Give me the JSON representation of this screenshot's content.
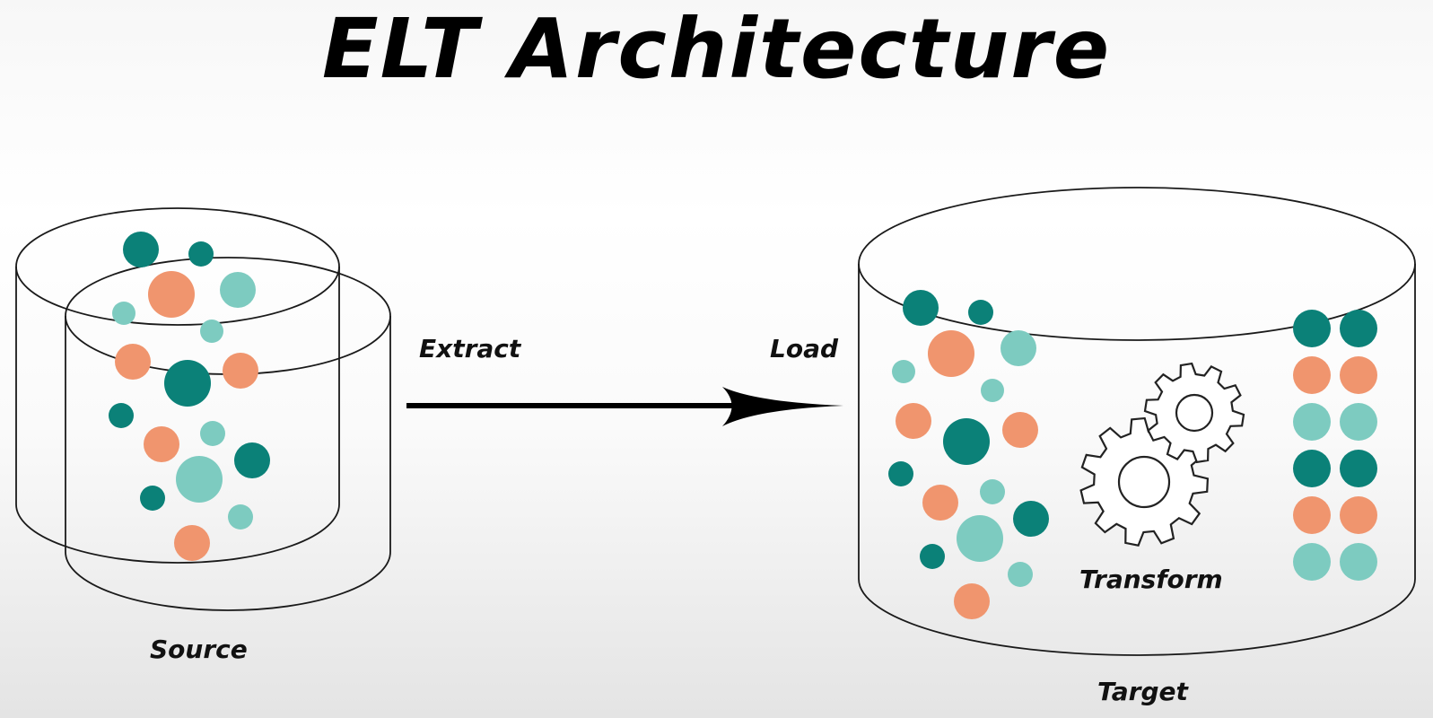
{
  "title": "ELT Architecture",
  "labels": {
    "extract": "Extract",
    "load": "Load",
    "source": "Source",
    "target": "Target",
    "transform": "Transform"
  },
  "colors": {
    "dark_teal": "#0b8178",
    "light_teal": "#7dcbc0",
    "orange": "#f0956e",
    "line": "#1a1a1a"
  },
  "icons": [
    "arrow-right-icon",
    "gear-icon"
  ]
}
